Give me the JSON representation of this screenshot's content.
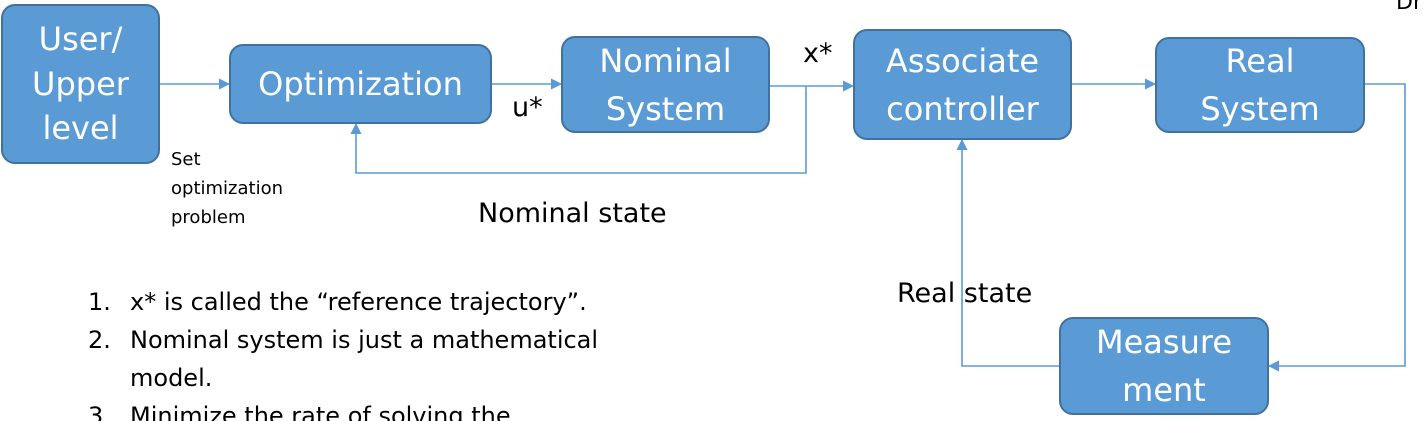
{
  "blocks": {
    "user": "User/ Upper level",
    "optimization": "Optimization",
    "nominal": "Nominal System",
    "controller": "Associate controller",
    "real": "Real System",
    "measurement": "Measure ment"
  },
  "labels": {
    "u_star": "u*",
    "x_star": "x*",
    "set_problem": "Set\noptimization\nproblem",
    "nominal_state": "Nominal state",
    "real_state": "Real state",
    "corner": "Dr"
  },
  "notes": [
    {
      "num": "1.",
      "text": "x* is called the “reference trajectory”."
    },
    {
      "num": "2.",
      "text": "Nominal system is just a mathematical model."
    },
    {
      "num": "3.",
      "text": "Minimize the rate of solving the"
    }
  ],
  "colors": {
    "block_fill": "#5b9bd5",
    "block_border": "#41719c",
    "wire": "#5b9bd5"
  }
}
